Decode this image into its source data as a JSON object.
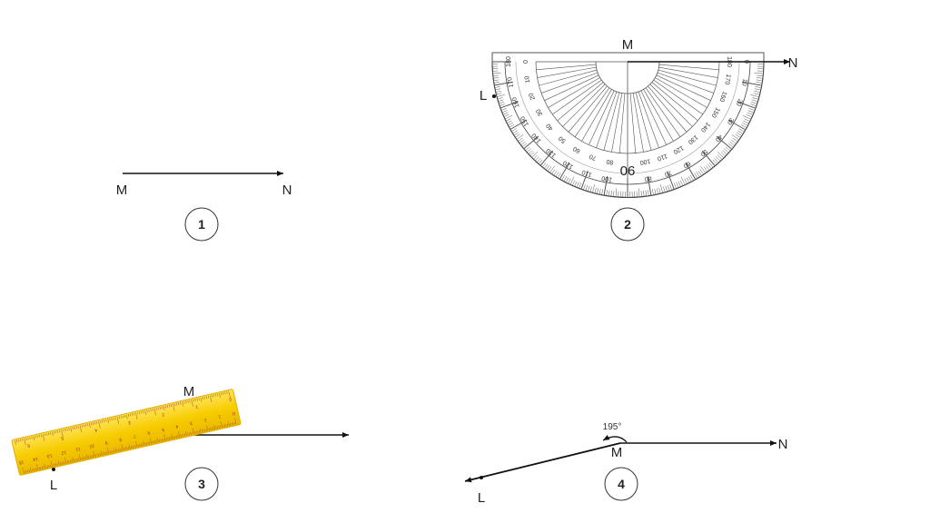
{
  "panels": [
    {
      "number": "1",
      "labels": {
        "M": "M",
        "N": "N"
      }
    },
    {
      "number": "2",
      "labels": {
        "M": "M",
        "N": "N",
        "L": "L"
      }
    },
    {
      "number": "3",
      "labels": {
        "M": "M",
        "L": "L"
      }
    },
    {
      "number": "4",
      "labels": {
        "M": "M",
        "N": "N",
        "L": "L"
      },
      "angle_label": "195°"
    }
  ],
  "protractor": {
    "center_label": "90",
    "outer_scale": [
      "0",
      "10",
      "20",
      "30",
      "40",
      "50",
      "60",
      "70",
      "80",
      "90",
      "100",
      "110",
      "120",
      "130",
      "140",
      "150",
      "160",
      "170",
      "180"
    ],
    "inner_scale": [
      "180",
      "170",
      "160",
      "150",
      "140",
      "130",
      "120",
      "110",
      "100",
      "90",
      "80",
      "70",
      "60",
      "50",
      "40",
      "30",
      "20",
      "10",
      "0"
    ]
  },
  "ruler": {
    "inch_labels": [
      "0",
      "1",
      "2",
      "3",
      "4",
      "5",
      "6"
    ],
    "cm_labels": [
      "0",
      "1",
      "2",
      "3",
      "4",
      "5",
      "6",
      "7",
      "8",
      "9",
      "10",
      "11",
      "12",
      "13",
      "14",
      "15"
    ]
  },
  "colors": {
    "ruler": "#f5c800",
    "ruler_ticks": "#b5651d",
    "ink": "#111111"
  }
}
